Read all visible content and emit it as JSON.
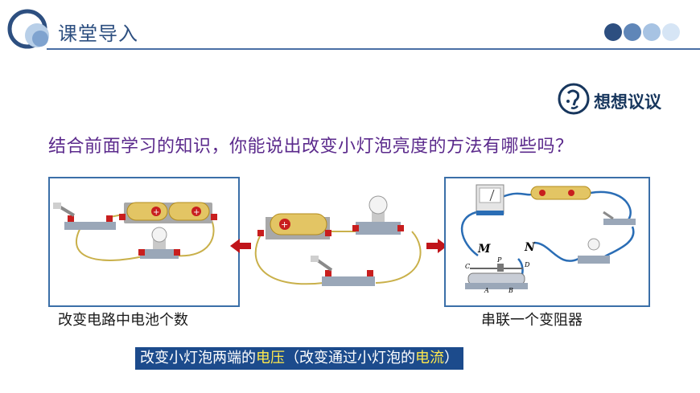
{
  "header": {
    "title": "课堂导入"
  },
  "badge": {
    "label": "想想议议"
  },
  "question": "结合前面学习的知识，你能说出改变小灯泡亮度的方法有哪些吗？",
  "captions": {
    "left": "改变电路中电池个数",
    "right": "串联一个变阻器"
  },
  "conclusion": {
    "part1": "改变小灯泡两端的",
    "hl1": "电压",
    "part2": "（改变通过小灯泡的",
    "hl2": "电流",
    "part3": "）"
  },
  "rheostat_labels": {
    "m": "M",
    "n": "N",
    "c": "C",
    "d": "D",
    "p": "P",
    "a": "A",
    "b": "B"
  },
  "battery_signs": {
    "plus": "+"
  },
  "colors": {
    "accent": "#2d4f80",
    "question": "#5b2a8c",
    "banner": "#1c4b8c",
    "highlight": "#ffe94d",
    "arrow": "#c0141a"
  }
}
